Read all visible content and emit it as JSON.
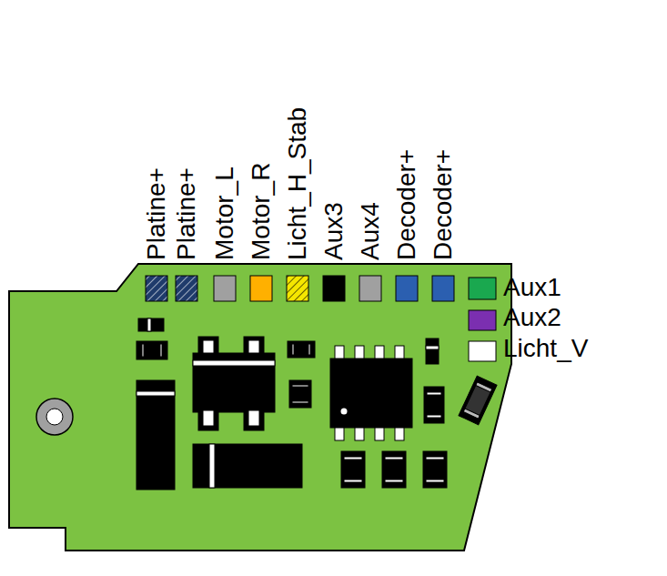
{
  "diagram": {
    "labels": [
      "Platine+",
      "Platine+",
      "Motor_L",
      "Motor_R",
      "Licht_H_Stab",
      "Aux3",
      "Aux4",
      "Decoder+",
      "Decoder+",
      "Aux1",
      "Aux2",
      "Licht_V"
    ]
  }
}
